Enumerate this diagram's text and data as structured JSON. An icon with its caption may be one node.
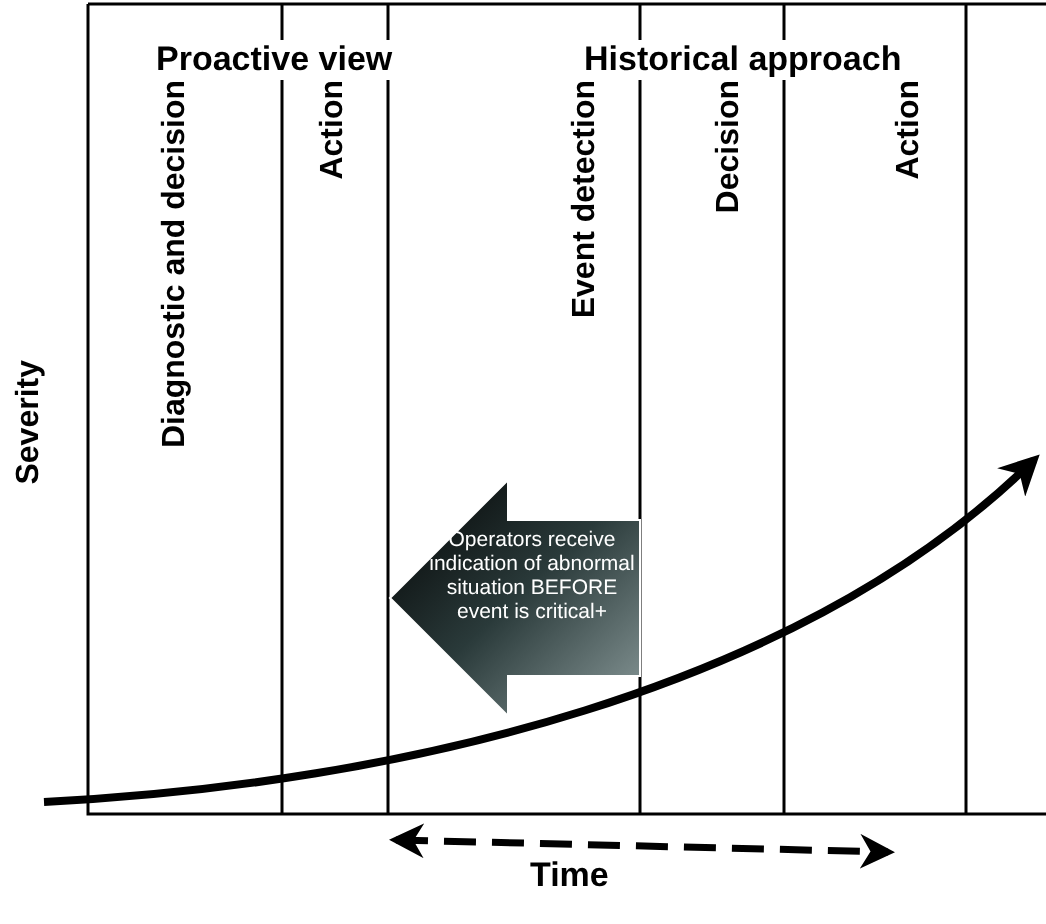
{
  "diagram": {
    "nodes": [
      {
        "text": [
          "Operators receive indication of abnormal situation BEFORE event is critical+"
        ]
      }
    ],
    "labels": [
      "Proactive view",
      "Historical approach",
      "Diagnostic and decision",
      "Action",
      "Event detection",
      "Decision",
      "Action",
      "Severity",
      "Time"
    ]
  }
}
